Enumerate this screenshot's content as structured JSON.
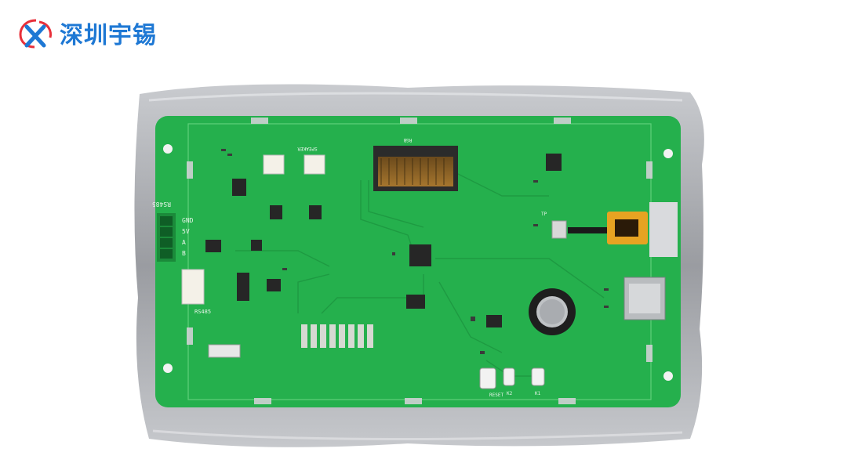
{
  "brand": {
    "name": "深圳宇锡",
    "logo_icon": "yx-swirl-logo-icon",
    "primary_color": "#1e78d4",
    "accent_color": "#e8303a"
  },
  "board": {
    "color": "#25b04d",
    "labels": {
      "rgb": "RGB",
      "speaker": "SPEAKER",
      "rs485_top": "RS485",
      "rs485_bottom": "RS485",
      "gnd": "GND",
      "v5": "5V",
      "a": "A",
      "b": "B",
      "tp": "TP",
      "reset": "RESET",
      "k1": "K1",
      "k2": "K2"
    }
  }
}
